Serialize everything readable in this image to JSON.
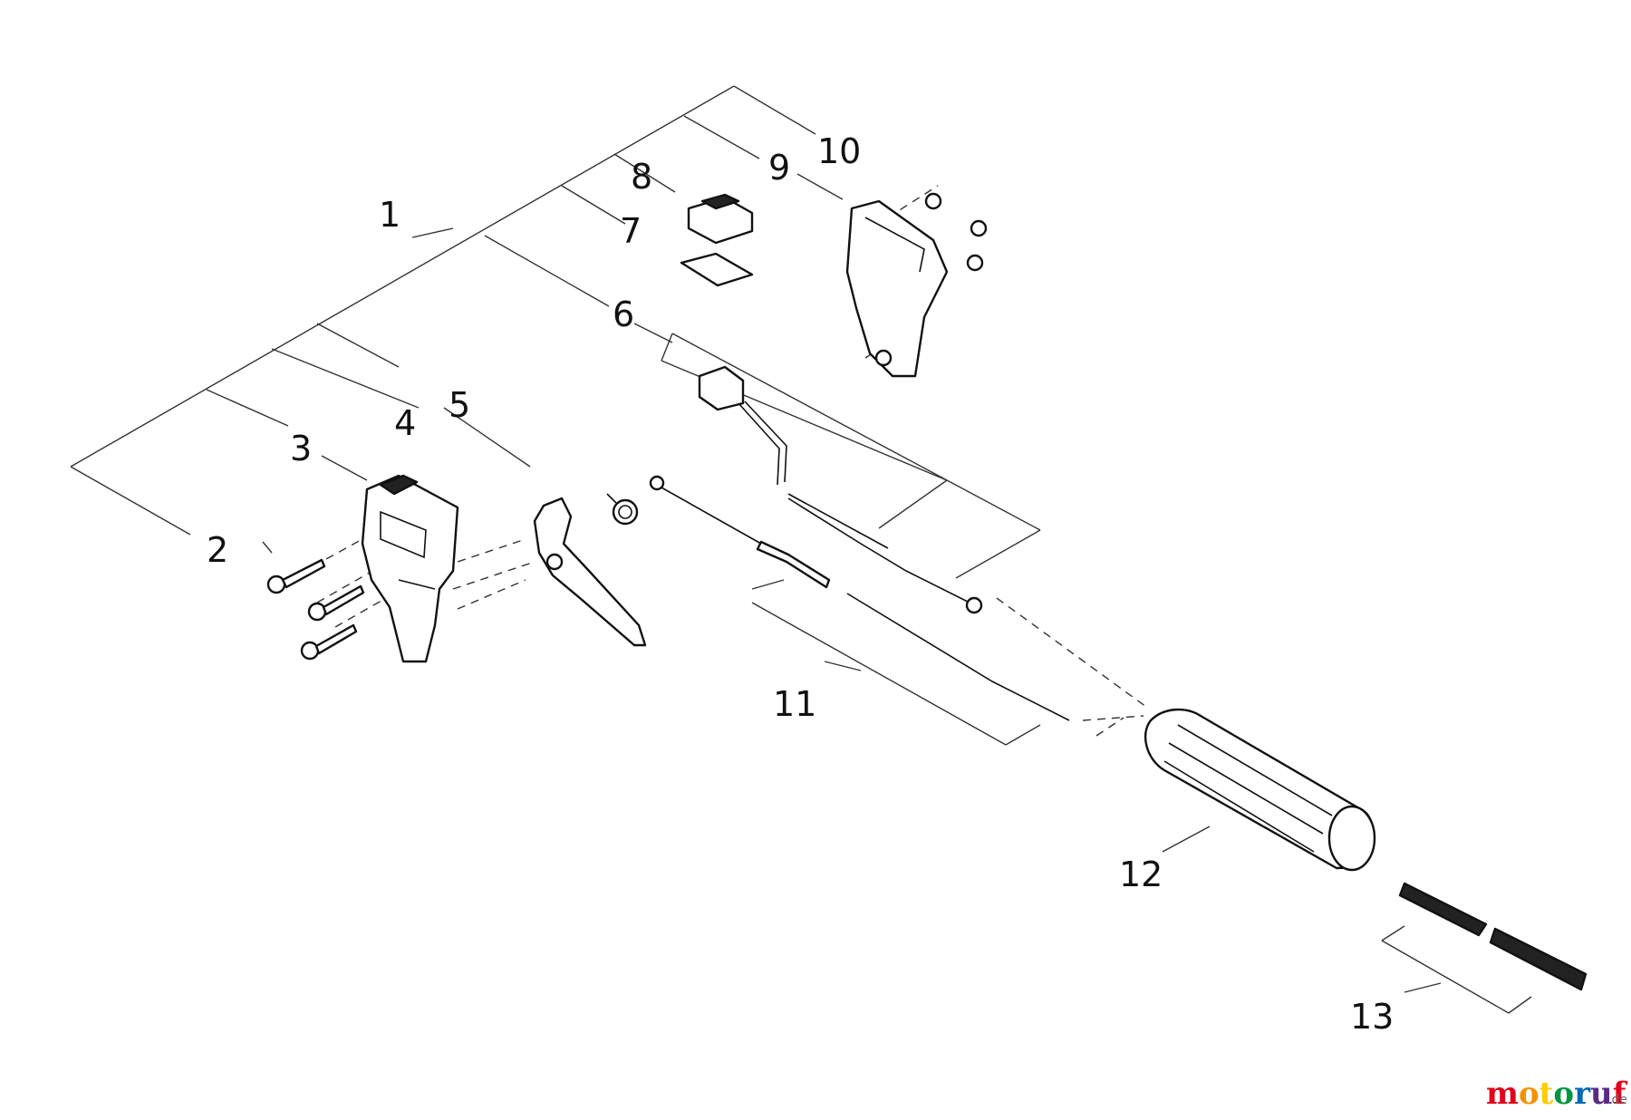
{
  "callouts": [
    {
      "id": "1",
      "label": "1"
    },
    {
      "id": "2",
      "label": "2"
    },
    {
      "id": "3",
      "label": "3"
    },
    {
      "id": "4",
      "label": "4"
    },
    {
      "id": "5",
      "label": "5"
    },
    {
      "id": "6",
      "label": "6"
    },
    {
      "id": "7",
      "label": "7"
    },
    {
      "id": "8",
      "label": "8"
    },
    {
      "id": "9",
      "label": "9"
    },
    {
      "id": "10",
      "label": "10"
    },
    {
      "id": "11",
      "label": "11"
    },
    {
      "id": "12",
      "label": "12"
    },
    {
      "id": "13",
      "label": "13"
    }
  ],
  "watermark": {
    "brand": "motoruf",
    "suffix": ".de",
    "colors": [
      "#e2001a",
      "#f39200",
      "#ffcc00",
      "#009640",
      "#0069b4",
      "#5b2a86",
      "#e2001a"
    ]
  }
}
